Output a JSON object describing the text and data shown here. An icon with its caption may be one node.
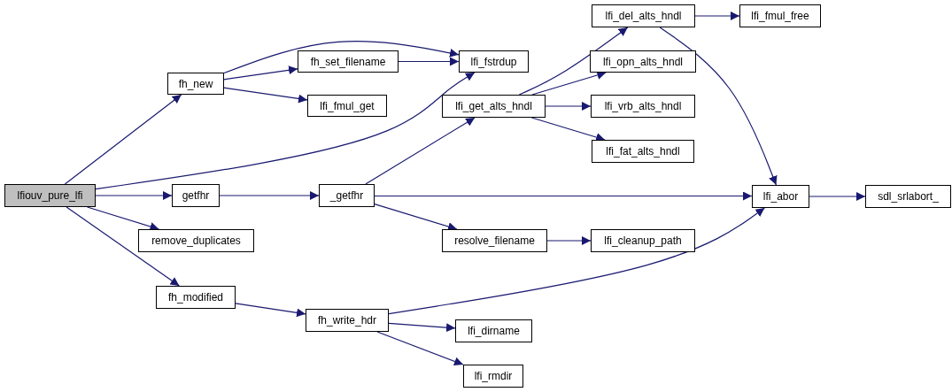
{
  "diagram": {
    "nodes": [
      {
        "text": [
          "lfiouv_pure_lfi"
        ]
      },
      {
        "text": [
          "fh_new"
        ]
      },
      {
        "text": [
          "fh_set_filename"
        ]
      },
      {
        "text": [
          "lfi_fstrdup"
        ]
      },
      {
        "text": [
          "lfi_fmul_get"
        ]
      },
      {
        "text": [
          "getfhr"
        ]
      },
      {
        "text": [
          "remove_duplicates"
        ]
      },
      {
        "text": [
          "fh_modified"
        ]
      },
      {
        "text": [
          "_getfhr"
        ]
      },
      {
        "text": [
          "lfi_get_alts_hndl"
        ]
      },
      {
        "text": [
          "resolve_filename"
        ]
      },
      {
        "text": [
          "fh_write_hdr"
        ]
      },
      {
        "text": [
          "lfi_del_alts_hndl"
        ]
      },
      {
        "text": [
          "lfi_opn_alts_hndl"
        ]
      },
      {
        "text": [
          "lfi_vrb_alts_hndl"
        ]
      },
      {
        "text": [
          "lfi_fat_alts_hndl"
        ]
      },
      {
        "text": [
          "lfi_abor"
        ]
      },
      {
        "text": [
          "lfi_cleanup_path"
        ]
      },
      {
        "text": [
          "lfi_dirname"
        ]
      },
      {
        "text": [
          "lfi_rmdir"
        ]
      },
      {
        "text": [
          "lfi_fmul_free"
        ]
      },
      {
        "text": [
          "sdl_srlabort_"
        ]
      }
    ],
    "edges": [
      {
        "from": 0,
        "to": 1,
        "arrow": "to"
      },
      {
        "from": 0,
        "to": 3,
        "arrow": "to"
      },
      {
        "from": 0,
        "to": 5,
        "arrow": "to"
      },
      {
        "from": 0,
        "to": 6,
        "arrow": "to"
      },
      {
        "from": 0,
        "to": 7,
        "arrow": "to"
      },
      {
        "from": 1,
        "to": 3,
        "arrow": "to"
      },
      {
        "from": 1,
        "to": 2,
        "arrow": "to"
      },
      {
        "from": 1,
        "to": 4,
        "arrow": "to"
      },
      {
        "from": 2,
        "to": 3,
        "arrow": "to"
      },
      {
        "from": 5,
        "to": 8,
        "arrow": "to"
      },
      {
        "from": 8,
        "to": 9,
        "arrow": "to"
      },
      {
        "from": 8,
        "to": 16,
        "arrow": "to"
      },
      {
        "from": 8,
        "to": 10,
        "arrow": "to"
      },
      {
        "from": 9,
        "to": 12,
        "arrow": "to"
      },
      {
        "from": 9,
        "to": 13,
        "arrow": "to"
      },
      {
        "from": 9,
        "to": 14,
        "arrow": "to"
      },
      {
        "from": 9,
        "to": 15,
        "arrow": "to"
      },
      {
        "from": 12,
        "to": 20,
        "arrow": "to"
      },
      {
        "from": 12,
        "to": 16,
        "arrow": "to"
      },
      {
        "from": 16,
        "to": 21,
        "arrow": "to"
      },
      {
        "from": 10,
        "to": 17,
        "arrow": "to"
      },
      {
        "from": 7,
        "to": 11,
        "arrow": "to"
      },
      {
        "from": 11,
        "to": 16,
        "arrow": "to"
      },
      {
        "from": 11,
        "to": 18,
        "arrow": "to"
      },
      {
        "from": 11,
        "to": 19,
        "arrow": "to"
      }
    ]
  }
}
